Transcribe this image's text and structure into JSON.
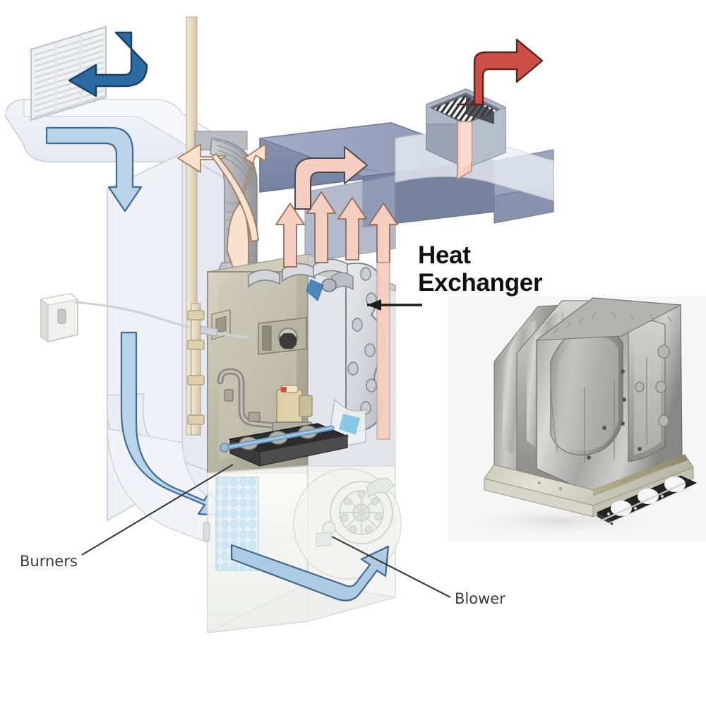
{
  "diagram": {
    "title_visible": false,
    "background_color": "#ffffff",
    "type": "hvac-gas-furnace-cutaway",
    "labels": {
      "heat_exchanger_line1": "Heat",
      "heat_exchanger_line2": "Exchanger",
      "burners": "Burners",
      "blower": "Blower"
    },
    "colors": {
      "return_arrow_dark_blue": "#2d6ca2",
      "return_arrow_light_blue": "#a8c6e2",
      "supply_arrow_red": "#cc4f45",
      "supply_arrow_peach": "#f6cfc0",
      "plenum_slate": "#7f8aa8",
      "duct_light": "#e8ecf3",
      "cabinet_metal": "#b9b7a3",
      "leader_line": "#333333",
      "label_text": "#111111",
      "small_label_text": "#3a3a3a",
      "photo_background": "#f6f6f6",
      "gasket_black": "#242424",
      "flue_pipe": "#e8dfcb",
      "filter_blue": "#d9ecf4"
    },
    "components": [
      {
        "name": "return-air-grille",
        "note": "louvered wall grille, upper left, air drawn in"
      },
      {
        "name": "return-air-duct",
        "note": "large light duct carrying cool air down to furnace"
      },
      {
        "name": "supply-register",
        "note": "louvered floor/wall register, upper right, warm air out"
      },
      {
        "name": "supply-plenum",
        "note": "slate blue trunk duct above furnace"
      },
      {
        "name": "flue-vent-pipe",
        "note": "corrugated exhaust vent to chimney"
      },
      {
        "name": "chimney-flue-stack",
        "note": "vertical tan flue stack, left of furnace"
      },
      {
        "name": "thermostat",
        "note": "wall mounted control box with wire to furnace"
      },
      {
        "name": "gas-supply-pipe",
        "note": "tan gas line entering furnace cabinet"
      },
      {
        "name": "heat-exchanger",
        "note": "clamshell cells inside upper cabinet"
      },
      {
        "name": "gas-valve",
        "note": "cream coloured valve body above burner rail"
      },
      {
        "name": "burners",
        "note": "inshot burner assembly at base of heat exchanger"
      },
      {
        "name": "control-board",
        "note": "small box on left cabinet wall"
      },
      {
        "name": "blower",
        "note": "squirrel cage blower wheel in lower compartment"
      },
      {
        "name": "air-filter",
        "note": "honeycomb filter at lower left of blower compartment"
      }
    ],
    "airflow": [
      {
        "name": "return-air-in",
        "color": "#2d6ca2",
        "direction": "into grille, leftward",
        "label": "cool return air"
      },
      {
        "name": "return-air-down",
        "color": "#a8c6e2",
        "direction": "down the return duct"
      },
      {
        "name": "return-air-to-blower",
        "color": "#8fb4d6",
        "direction": "right into blower inlet"
      },
      {
        "name": "heated-air-up",
        "color": "#f6cfc0",
        "direction": "upward past heat exchanger",
        "count": 4
      },
      {
        "name": "heated-air-to-plenum",
        "color": "#f6cfc0",
        "direction": "right through supply plenum"
      },
      {
        "name": "flue-gas-out",
        "color": "#f6e3cf",
        "direction": "up and left out the vent pipe"
      },
      {
        "name": "supply-air-out",
        "color": "#cc4f45",
        "direction": "up and right out of register",
        "label": "warm supply air"
      }
    ],
    "photo_inset": {
      "subject": "clamshell heat exchanger",
      "cells": 3,
      "accessory": "black burner gasket plate with 3 round holes",
      "background": "#f6f6f6"
    }
  }
}
